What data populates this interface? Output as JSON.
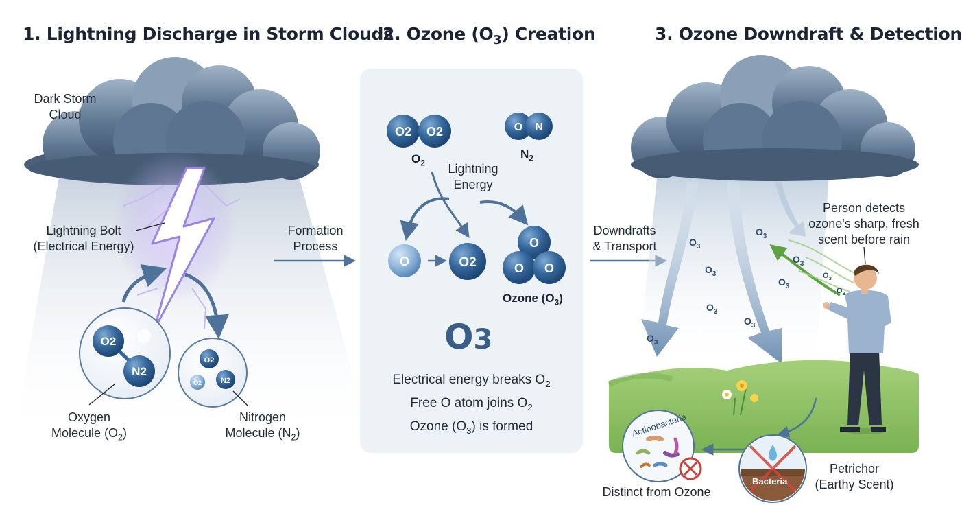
{
  "panels": {
    "p1": {
      "title": "1. Lightning Discharge in Storm Clouds",
      "cloud_label": "Dark Storm\nCloud",
      "bolt_label": "Lightning Bolt\n(Electrical Energy)",
      "oxygen_label": "Oxygen\nMolecule (O2)",
      "nitrogen_label": "Nitrogen\nMolecule (N2)"
    },
    "arrow1_label": "Formation\nProcess",
    "p2": {
      "title": "2. Ozone (O3) Creation",
      "o2_label": "O2",
      "n2_label": "N2",
      "energy_label": "Lightning\nEnergy",
      "ozone_label": "Ozone (O3)",
      "big_formula": "O3",
      "steps": [
        "Electrical energy breaks O2",
        "Free O atom joins O2",
        "Ozone (O3) is formed"
      ]
    },
    "arrow2_label": "Downdrafts\n& Transport",
    "p3": {
      "title": "3. Ozone Downdraft & Detection",
      "person_label": "Person detects\nozone's sharp, fresh\nscent before rain",
      "bacteria_title": "Actinobacteria",
      "distinct_label": "Distinct from Ozone",
      "bacteria_word": "Bacteria",
      "petrichor_label": "Petrichor\n(Earthy Scent)",
      "o3_marker": "O3"
    }
  },
  "molecules": {
    "o2": "O2",
    "n2": "N2",
    "o": "O",
    "n": "N",
    "o3": "O3"
  },
  "colors": {
    "cloud_dark": "#4d6580",
    "cloud_light": "#a9bccd",
    "molecule_blue": "#2f5f92",
    "bolt_glow": "#a98fe0",
    "grass": "#86bd5c",
    "panel_bg": "#edf2f7",
    "arrow": "#4f7398"
  }
}
